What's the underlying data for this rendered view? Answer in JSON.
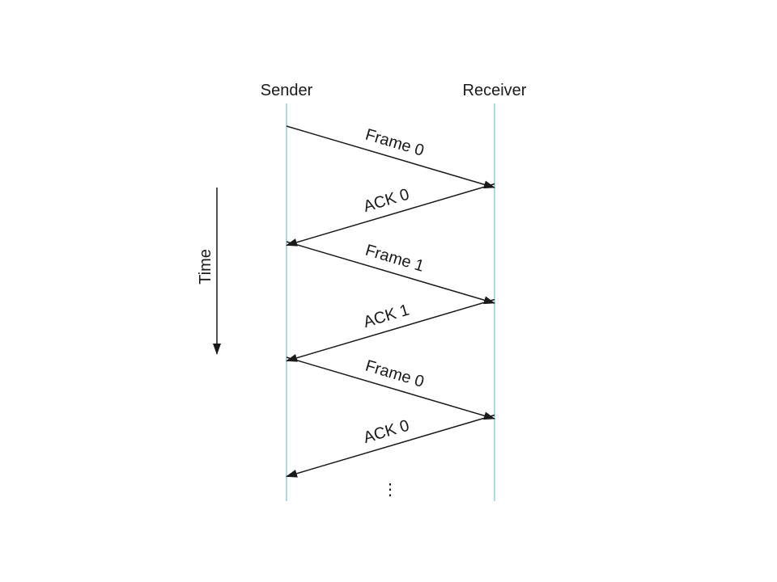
{
  "diagram": {
    "sender_label": "Sender",
    "receiver_label": "Receiver",
    "time_label": "Time",
    "continuation": "⋮",
    "messages": [
      {
        "label": "Frame 0",
        "direction": "sender-to-receiver"
      },
      {
        "label": "ACK 0",
        "direction": "receiver-to-sender"
      },
      {
        "label": "Frame 1",
        "direction": "sender-to-receiver"
      },
      {
        "label": "ACK 1",
        "direction": "receiver-to-sender"
      },
      {
        "label": "Frame 0",
        "direction": "sender-to-receiver"
      },
      {
        "label": "ACK 0",
        "direction": "receiver-to-sender"
      }
    ],
    "colors": {
      "lifeline": "#8ecfd6",
      "arrow": "#1a1a1a",
      "text": "#1a1a1a",
      "background": "#ffffff"
    }
  }
}
